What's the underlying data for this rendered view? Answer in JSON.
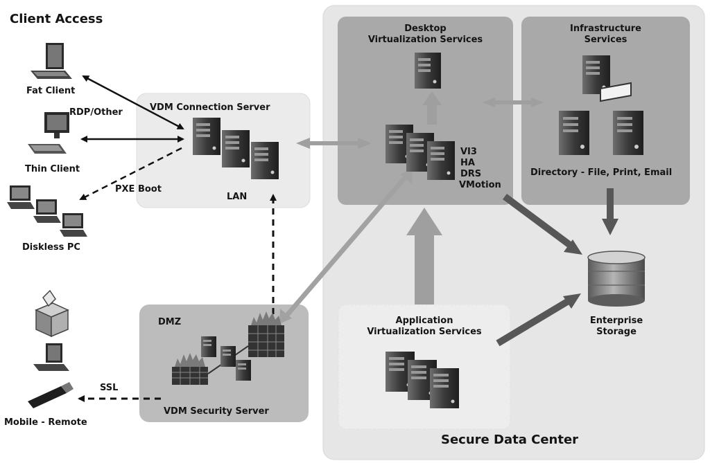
{
  "diagram": {
    "client_access": {
      "title": "Client Access",
      "fat_client": "Fat Client",
      "thin_client": "Thin Client",
      "diskless_pc": "Diskless PC",
      "mobile_remote": "Mobile - Remote"
    },
    "protocols": {
      "rdp": "RDP/Other",
      "pxe": "PXE Boot",
      "ssl": "SSL"
    },
    "connection_server": {
      "title": "VDM Connection Server",
      "lan": "LAN"
    },
    "dmz": {
      "title": "DMZ",
      "security_server": "VDM Security Server"
    },
    "desktop_virtualization": {
      "title": "Desktop\nVirtualization Services",
      "features": [
        "VI3",
        "HA",
        "DRS",
        "VMotion"
      ]
    },
    "infrastructure": {
      "title": "Infrastructure\nServices",
      "directory": "Directory - File, Print, Email"
    },
    "application_virtualization": {
      "title": "Application\nVirtualization Services"
    },
    "storage": {
      "label": "Enterprise\nStorage"
    },
    "data_center": {
      "title": "Secure Data Center"
    }
  }
}
